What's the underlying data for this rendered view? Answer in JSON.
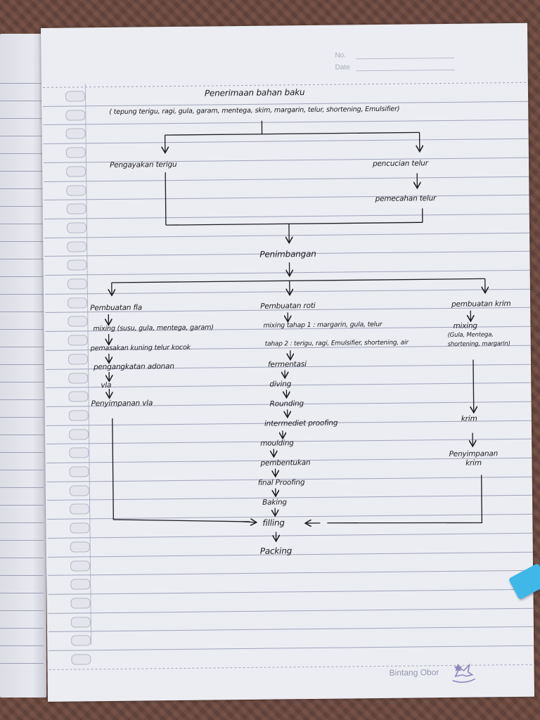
{
  "header": {
    "no_label": "No.",
    "date_label": "Date"
  },
  "brand": {
    "name": "Bintang Obor"
  },
  "highlighter": {
    "color": "#3fb8e8"
  },
  "diagram": {
    "title": "Penerimaan bahan baku",
    "ingredients": "( tepung terigu, ragi, gula, garam, mentega, skim, margarin, telur, shortening, Emulsifier)",
    "top_branch": {
      "left": "Pengayakan terigu",
      "right_1": "pencucian telur",
      "right_2": "pemecahan telur"
    },
    "weighing": "Penimbangan",
    "fla_column": {
      "steps": [
        "Pembuatan fla",
        "mixing (susu, gula, mentega, garam)",
        "pemasakan kuning telur kocok",
        "pengangkatan adonan",
        "vla",
        "Penyimpanan vla"
      ]
    },
    "bread_column": {
      "steps": [
        "Pembuatan roti",
        "mixing tahap 1 : margarin, gula, telur",
        "tahap 2 : terigu, ragi, Emulsifier, shortening, air",
        "fermentasi",
        "diving",
        "Rounding",
        "intermediet proofing",
        "moulding",
        "pembentukan",
        "final Proofing",
        "Baking",
        "filling",
        "Packing"
      ]
    },
    "cream_column": {
      "steps": [
        "pembuatan krim",
        "mixing",
        "(Gula, Mentega, shortening, margarin)",
        "krim",
        "Penyimpanan krim"
      ]
    }
  }
}
